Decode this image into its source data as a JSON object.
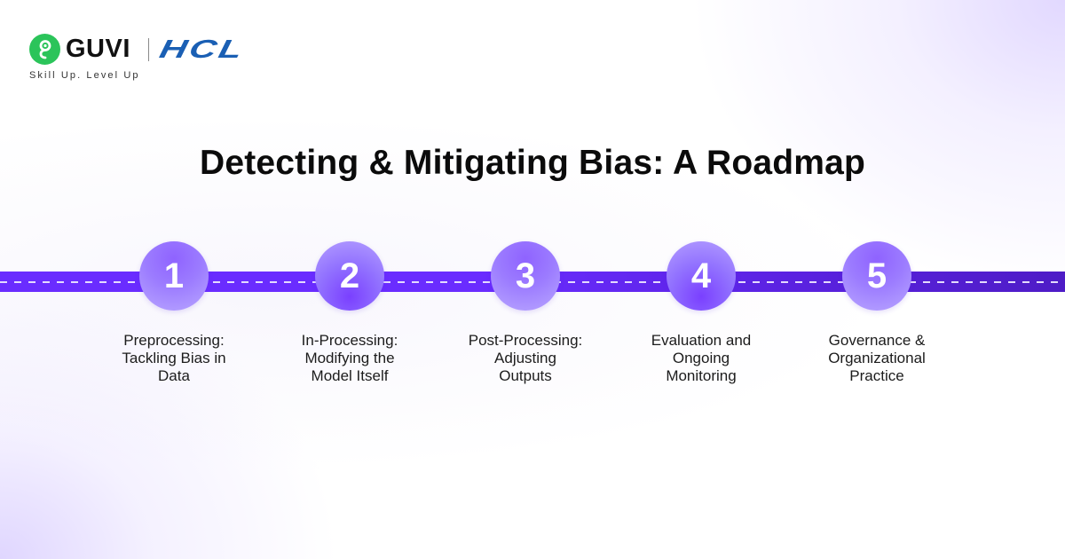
{
  "brand": {
    "primary_name": "GUVI",
    "partner_name": "HCL",
    "tagline": "Skill Up. Level Up",
    "colors": {
      "guvi_green": "#2bc45a",
      "hcl_blue": "#1a5fb4"
    }
  },
  "title": "Detecting & Mitigating Bias: A Roadmap",
  "roadmap": {
    "band_color": "#6a2cff",
    "steps": [
      {
        "number": "1",
        "lines": [
          "Preprocessing:",
          "Tackling Bias in",
          "Data"
        ]
      },
      {
        "number": "2",
        "lines": [
          "In-Processing:",
          "Modifying the",
          "Model Itself"
        ]
      },
      {
        "number": "3",
        "lines": [
          "Post-Processing:",
          "Adjusting",
          "Outputs"
        ]
      },
      {
        "number": "4",
        "lines": [
          "Evaluation and",
          "Ongoing",
          "Monitoring"
        ]
      },
      {
        "number": "5",
        "lines": [
          "Governance &",
          "Organizational",
          "Practice"
        ]
      }
    ]
  }
}
